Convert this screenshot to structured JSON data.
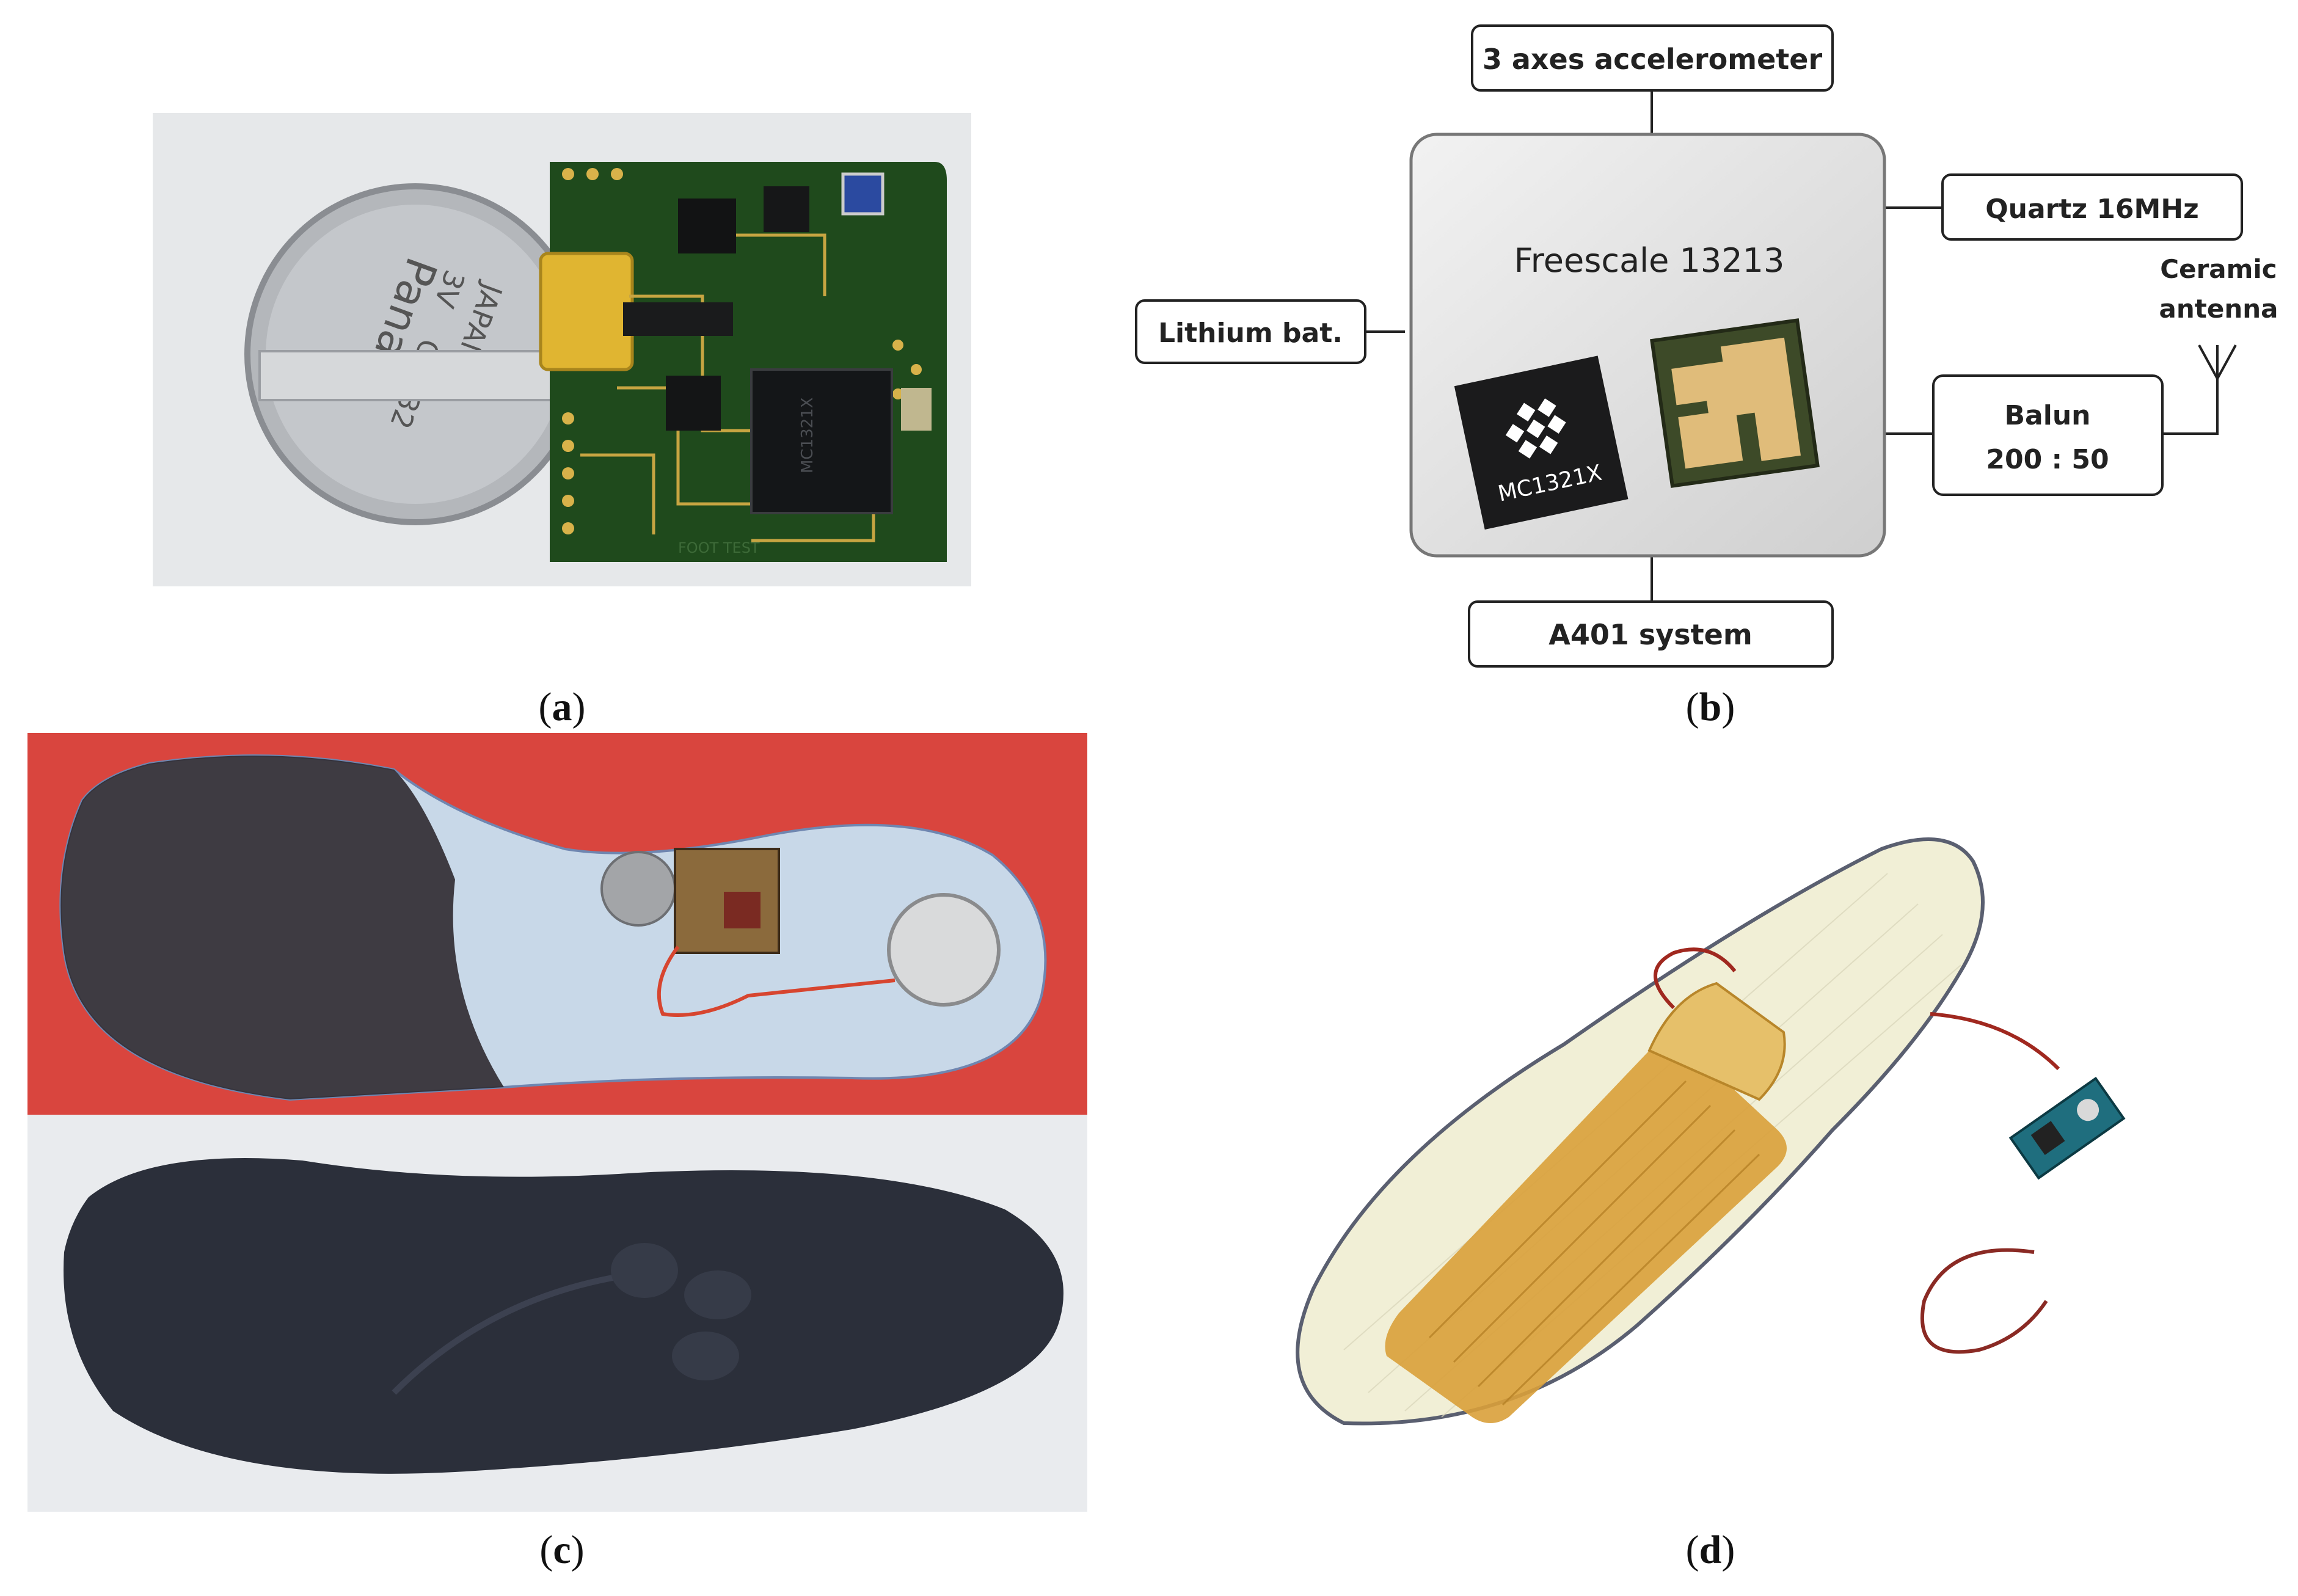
{
  "captions": {
    "a": "a",
    "b": "b",
    "c": "c",
    "d": "d"
  },
  "photo_a": {
    "battery_text": [
      "JAPAN",
      "3V",
      "CR232",
      "Panas"
    ],
    "chip_text": "MC1321X",
    "board_text": "FOOT TEST"
  },
  "diagram_b": {
    "core_title": "Freescale 13213",
    "chip_label": "MC1321X",
    "top_block": "3 axes accelerometer",
    "quartz_block": "Quartz 16MHz",
    "battery_block": "Lithium bat.",
    "balun_line1": "Balun",
    "balun_line2": "200 : 50",
    "antenna_line1": "Ceramic",
    "antenna_line2": "antenna",
    "bottom_block": "A401 system"
  },
  "colors": {
    "pcb_green": "#1f4a1c",
    "insole_red_bg": "#d9453e",
    "insole_blue": "#c8d8e8",
    "dark_insole": "#2b2f3a",
    "flex_pcb_orange": "#d9a03a"
  }
}
